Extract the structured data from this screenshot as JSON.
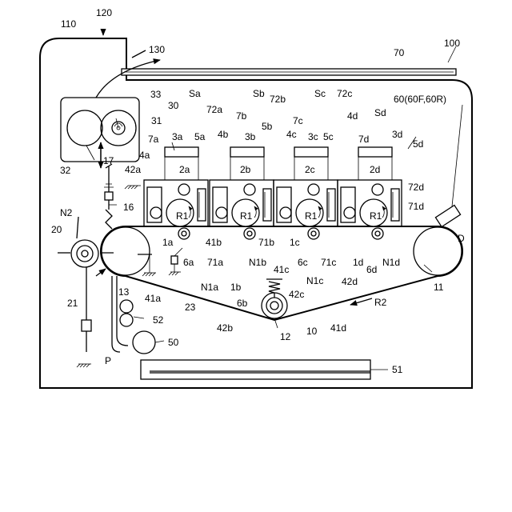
{
  "labels": {
    "l100": "100",
    "l110": "110",
    "l120": "120",
    "l130": "130",
    "l70": "70",
    "l60": "60(60F,60R)",
    "l33": "33",
    "l30": "30",
    "l31": "31",
    "l32": "32",
    "l17": "17",
    "l16": "16",
    "lN2": "N2",
    "l20": "20",
    "l13": "13",
    "l21": "21",
    "l52": "52",
    "l50": "50",
    "lP": "P",
    "l51": "51",
    "l23": "23",
    "l12": "12",
    "l10": "10",
    "l11": "11",
    "lD": "D",
    "lR2": "R2",
    "lSa": "Sa",
    "lSb": "Sb",
    "lSc": "Sc",
    "lSd": "Sd",
    "l72a": "72a",
    "l72b": "72b",
    "l72c": "72c",
    "l72d": "72d",
    "l3a": "3a",
    "l5a": "5a",
    "l4b": "4b",
    "l3b": "3b",
    "l5b": "5b",
    "l4c": "4c",
    "l3c": "3c",
    "l5c": "5c",
    "l4d": "4d",
    "l3d": "3d",
    "l5d": "5d",
    "l7a": "7a",
    "l7b": "7b",
    "l7c": "7c",
    "l7d": "7d",
    "l4a": "4a",
    "l2a": "2a",
    "l2b": "2b",
    "l2c": "2c",
    "l2d": "2d",
    "l42a": "42a",
    "l71d": "71d",
    "lR1a": "R1",
    "lR1b": "R1",
    "lR1c": "R1",
    "lR1d": "R1",
    "l41b": "41b",
    "l71b": "71b",
    "l1a": "1a",
    "l1c": "1c",
    "l6a": "6a",
    "l71a": "71a",
    "lN1b": "N1b",
    "l41c": "41c",
    "l6c": "6c",
    "l71c": "71c",
    "l1d": "1d",
    "l6d": "6d",
    "lN1d": "N1d",
    "lN1a": "N1a",
    "l1b": "1b",
    "lN1c": "N1c",
    "l42d": "42d",
    "l41a": "41a",
    "l6b": "6b",
    "l42c": "42c",
    "l42b": "42b",
    "l41d": "41d"
  }
}
